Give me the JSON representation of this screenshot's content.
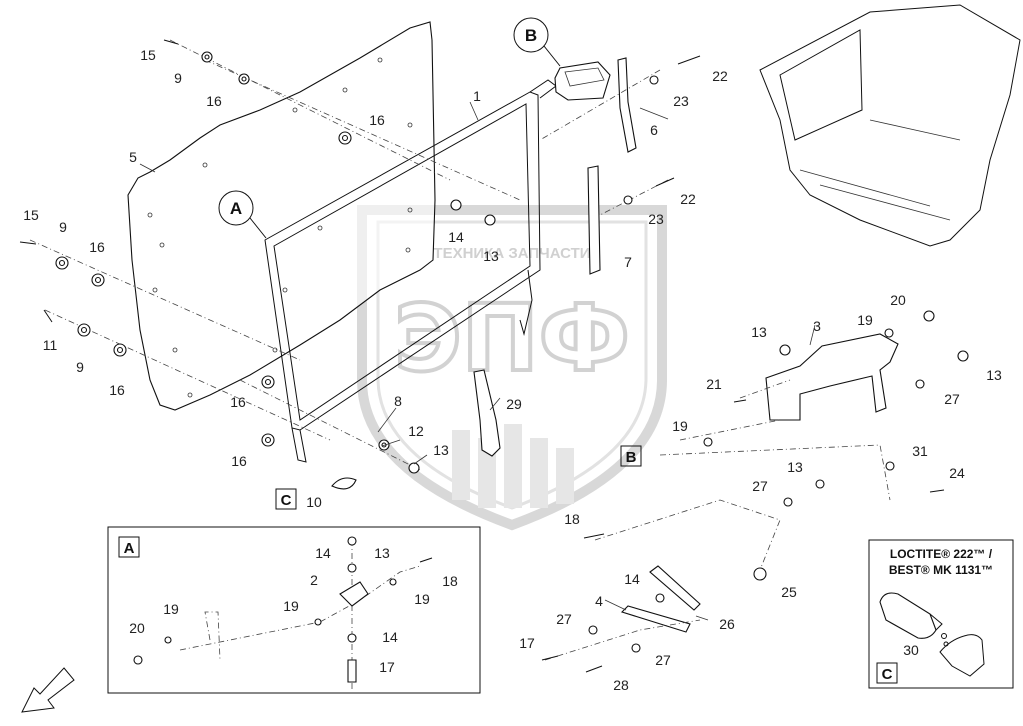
{
  "callouts": {
    "a": "A",
    "b": "B",
    "c": "C"
  },
  "watermark": {
    "brand_line": "ТЕХНИКА  ЗАПЧАСТИ",
    "logo_text": "ЭПФ"
  },
  "loctite": {
    "line1": "LOCTITE® 222™ /",
    "line2": "BEST® MK 1131™",
    "part": "30"
  },
  "main_labels": [
    {
      "id": "l15a",
      "text": "15"
    },
    {
      "id": "l9a",
      "text": "9"
    },
    {
      "id": "l16a",
      "text": "16"
    },
    {
      "id": "l16b",
      "text": "16"
    },
    {
      "id": "l5",
      "text": "5"
    },
    {
      "id": "l1",
      "text": "1"
    },
    {
      "id": "l15b",
      "text": "15"
    },
    {
      "id": "l9b",
      "text": "9"
    },
    {
      "id": "l16c",
      "text": "16"
    },
    {
      "id": "l11",
      "text": "11"
    },
    {
      "id": "l9c",
      "text": "9"
    },
    {
      "id": "l16d",
      "text": "16"
    },
    {
      "id": "l16e",
      "text": "16"
    },
    {
      "id": "l16f",
      "text": "16"
    },
    {
      "id": "l14a",
      "text": "14"
    },
    {
      "id": "l13a",
      "text": "13"
    },
    {
      "id": "l8",
      "text": "8"
    },
    {
      "id": "l12",
      "text": "12"
    },
    {
      "id": "l13b",
      "text": "13"
    },
    {
      "id": "l29",
      "text": "29"
    },
    {
      "id": "l10",
      "text": "10"
    },
    {
      "id": "l22a",
      "text": "22"
    },
    {
      "id": "l23a",
      "text": "23"
    },
    {
      "id": "l6",
      "text": "6"
    },
    {
      "id": "l22b",
      "text": "22"
    },
    {
      "id": "l23b",
      "text": "23"
    },
    {
      "id": "l7",
      "text": "7"
    },
    {
      "id": "l20a",
      "text": "20"
    },
    {
      "id": "l19a",
      "text": "19"
    },
    {
      "id": "l3",
      "text": "3"
    },
    {
      "id": "l13c",
      "text": "13"
    },
    {
      "id": "l13d",
      "text": "13"
    },
    {
      "id": "l21",
      "text": "21"
    },
    {
      "id": "l27a",
      "text": "27"
    },
    {
      "id": "l19b",
      "text": "19"
    },
    {
      "id": "l31",
      "text": "31"
    },
    {
      "id": "l24",
      "text": "24"
    },
    {
      "id": "l13e",
      "text": "13"
    },
    {
      "id": "l27b",
      "text": "27"
    },
    {
      "id": "l18a",
      "text": "18"
    },
    {
      "id": "l14b",
      "text": "14"
    },
    {
      "id": "l25",
      "text": "25"
    },
    {
      "id": "l4",
      "text": "4"
    },
    {
      "id": "l26",
      "text": "26"
    },
    {
      "id": "l27c",
      "text": "27"
    },
    {
      "id": "l17a",
      "text": "17"
    },
    {
      "id": "l27d",
      "text": "27"
    },
    {
      "id": "l28",
      "text": "28"
    }
  ],
  "detail_a_labels": [
    {
      "id": "d14a",
      "text": "14"
    },
    {
      "id": "d13",
      "text": "13"
    },
    {
      "id": "d2",
      "text": "2"
    },
    {
      "id": "d18",
      "text": "18"
    },
    {
      "id": "d19a",
      "text": "19"
    },
    {
      "id": "d19b",
      "text": "19"
    },
    {
      "id": "d19c",
      "text": "19"
    },
    {
      "id": "d20",
      "text": "20"
    },
    {
      "id": "d14b",
      "text": "14"
    },
    {
      "id": "d17",
      "text": "17"
    }
  ],
  "detail_c_label": "C",
  "detail_a_label": "A",
  "tag_b": "B",
  "tag_c": "C"
}
